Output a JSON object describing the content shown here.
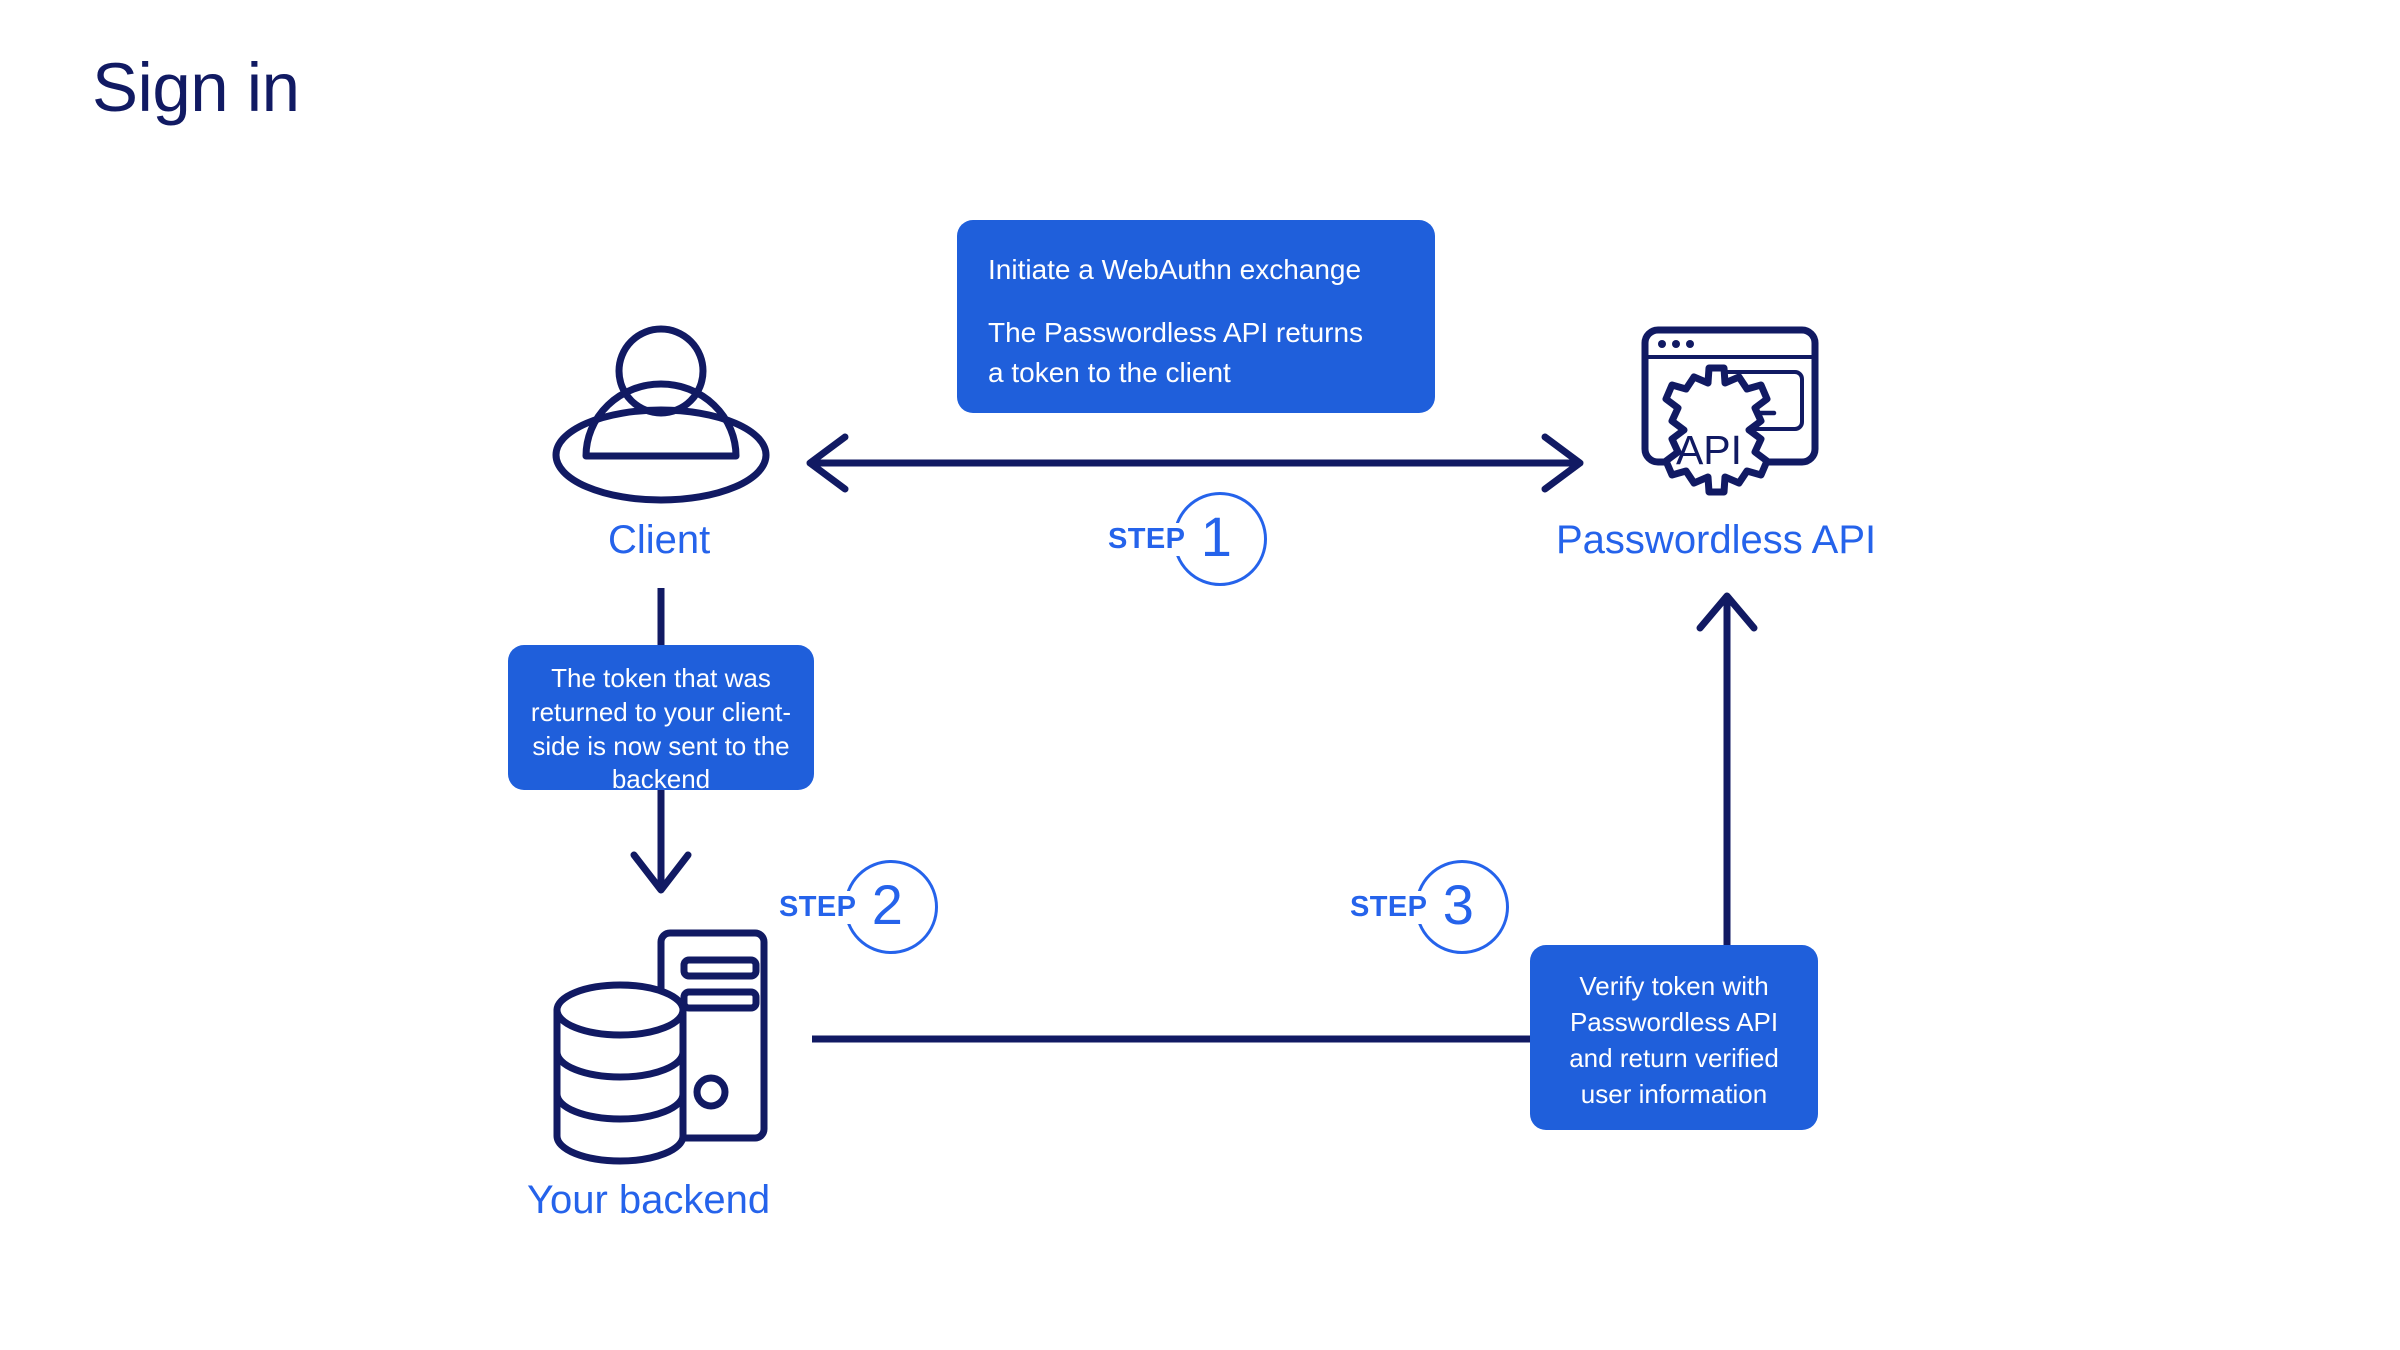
{
  "page": {
    "title": "Sign in",
    "background": "#ffffff"
  },
  "colors": {
    "navy": "#111a63",
    "accent_blue": "#2563eb",
    "box_blue": "#1f5fdb",
    "white": "#ffffff"
  },
  "nodes": [
    {
      "id": "client",
      "label": "Client",
      "icon": "user-avatar-icon"
    },
    {
      "id": "api",
      "label": "Passwordless API",
      "icon": "api-gear-terminal-icon"
    },
    {
      "id": "backend",
      "label": "Your backend",
      "icon": "server-database-icon"
    }
  ],
  "steps": [
    {
      "word": "STEP",
      "number": "1"
    },
    {
      "word": "STEP",
      "number": "2"
    },
    {
      "word": "STEP",
      "number": "3"
    }
  ],
  "callouts": {
    "step1": {
      "line1": "Initiate a WebAuthn exchange",
      "line2": "The Passwordless API returns",
      "line3": "a token to the client"
    },
    "step2": {
      "text": "The token that was returned to your client-side is now sent to the backend"
    },
    "step3": {
      "text": "Verify token with Passwordless API and return verified user information"
    }
  },
  "icon_text": {
    "api_gear": "API",
    "terminal_prompt": ">_"
  },
  "connectors": [
    {
      "id": "client-api",
      "type": "double-arrow-horizontal"
    },
    {
      "id": "client-backend",
      "type": "arrow-down"
    },
    {
      "id": "backend-verify",
      "type": "line-horizontal"
    },
    {
      "id": "verify-api",
      "type": "arrow-up"
    }
  ]
}
